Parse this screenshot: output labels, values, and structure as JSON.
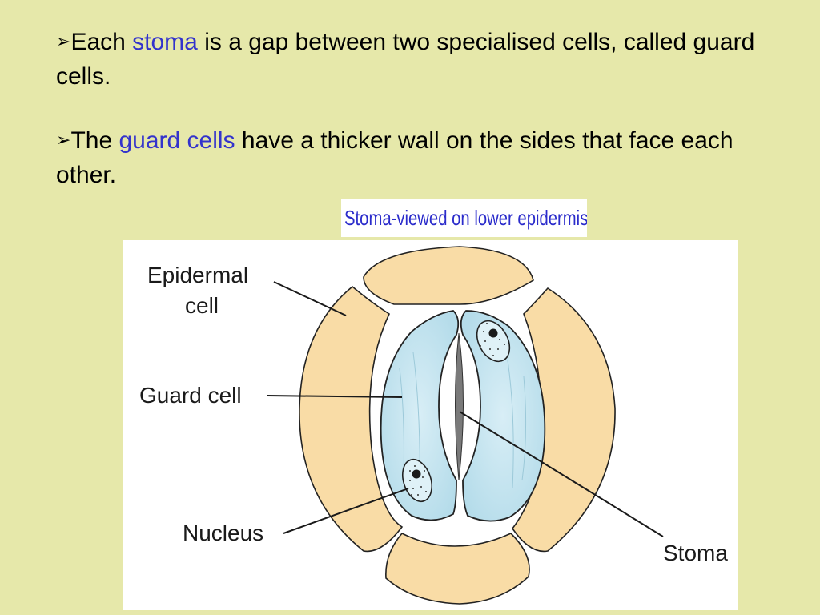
{
  "bullets": [
    {
      "marker": "➢",
      "before": "Each ",
      "highlight": "stoma",
      "after": " is a gap between two specialised cells, called guard cells."
    },
    {
      "marker": "➢",
      "before": "The ",
      "highlight": "guard cells",
      "after": " have a thicker wall on the sides that face each other."
    }
  ],
  "figure": {
    "caption": "Stoma​-viewed on lower epidermis",
    "labels": {
      "epidermal_line1": "Epidermal",
      "epidermal_line2": "cell",
      "guard_cell": "Guard cell",
      "nucleus": "Nucleus",
      "stoma": "Stoma"
    }
  },
  "colors": {
    "background": "#e6e8aa",
    "highlight": "#3333cc",
    "caption_text": "#2b2ccb",
    "epidermal_fill": "#f9dca6",
    "guard_fill": "#bfe3ef"
  }
}
